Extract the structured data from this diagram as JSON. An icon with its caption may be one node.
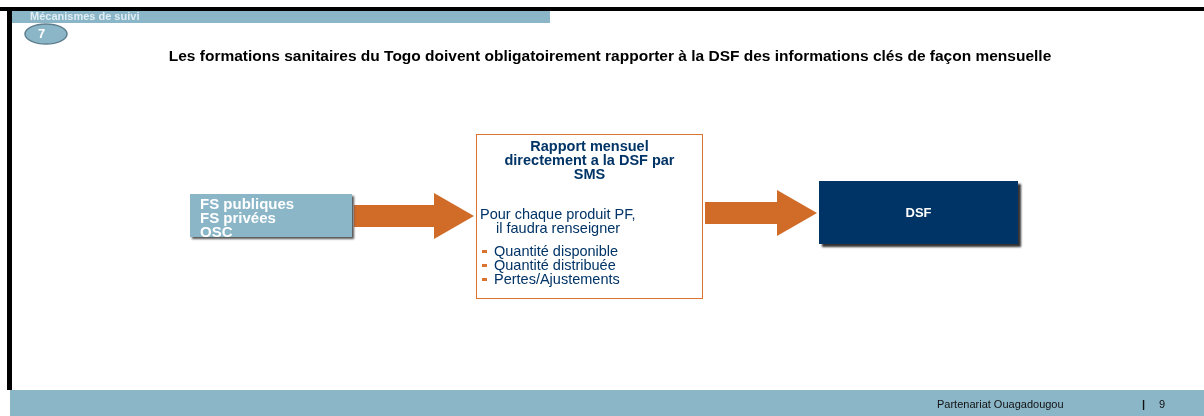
{
  "diagram": {
    "title": "Les formations sanitaires du Togo doivent obligatoirement rapporter à la DSF des informations clés de façon mensuelle",
    "nodes": [
      {
        "text": [
          "FS publiques",
          "FS privées",
          "OSC"
        ]
      },
      {
        "text": [
          "Rapport mensuel directement a la DSF par SMS",
          "Pour chaque produit PF, il faudra renseigner",
          "Quantité disponible",
          "Quantité distribuée",
          "Pertes/Ajustements"
        ]
      },
      {
        "text": [
          "DSF"
        ]
      }
    ],
    "edges": [
      {
        "from": 0,
        "to": 1,
        "arrow": "to"
      },
      {
        "from": 1,
        "to": 2,
        "arrow": "to"
      }
    ],
    "labels": [
      "Mécanismes de suivi",
      "7",
      "Partenariat Ouagadougou",
      "|",
      "9"
    ]
  }
}
